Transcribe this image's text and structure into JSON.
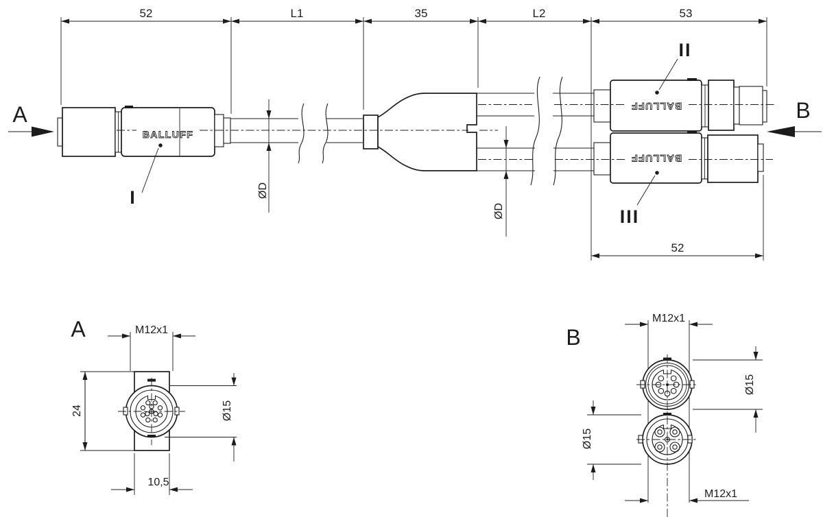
{
  "page": {
    "background": "#ffffff",
    "line_color": "#1c1c1c"
  },
  "assembly": {
    "dim_chain": {
      "d1": "52",
      "d2": "L1",
      "d3": "35",
      "d4": "L2",
      "d5": "53"
    },
    "dim_bottom": "52",
    "end_a": "A",
    "end_b": "B",
    "label_i": "I",
    "label_ii": "II",
    "label_iii": "III",
    "brand": "BALLUFF",
    "cable_dia": "ØD"
  },
  "view_a": {
    "title": "A",
    "thread": "M12x1",
    "height": "24",
    "diameter": "Ø15",
    "width": "10,5"
  },
  "view_b": {
    "title": "B",
    "thread_top": "M12x1",
    "dia_top": "Ø15",
    "dia_bottom": "Ø15",
    "thread_bottom": "M12x1"
  }
}
